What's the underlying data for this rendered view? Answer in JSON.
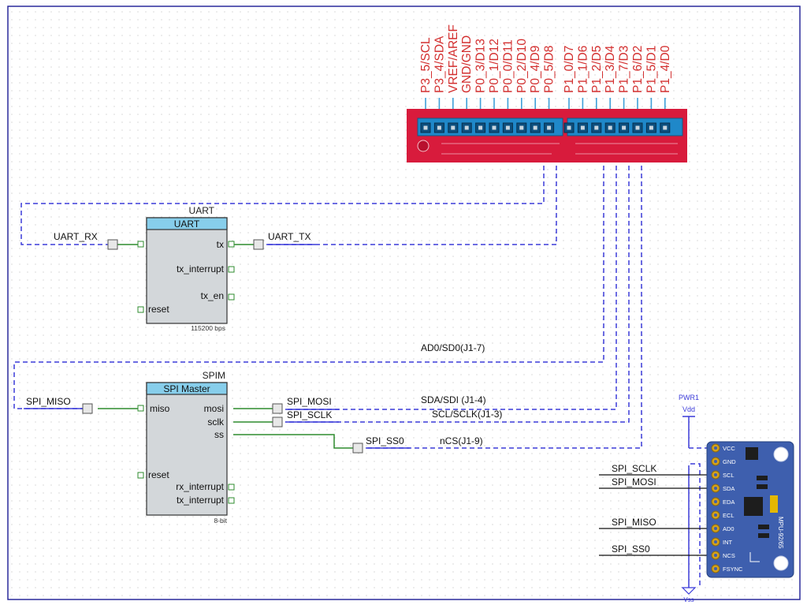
{
  "header_pins": [
    {
      "label": "P3_5/SCL",
      "color": "#d32f2f"
    },
    {
      "label": "P3_4/SDA",
      "color": "#d32f2f"
    },
    {
      "label": "VREF/AREF",
      "color": "#d32f2f"
    },
    {
      "label": "GND/GND",
      "color": "#d32f2f"
    },
    {
      "label": "P0_3/D13",
      "color": "#d32f2f"
    },
    {
      "label": "P0_1/D12",
      "color": "#d32f2f"
    },
    {
      "label": "P0_0/D11",
      "color": "#d32f2f"
    },
    {
      "label": "P0_2/D10",
      "color": "#d32f2f"
    },
    {
      "label": "P0_4/D9",
      "color": "#d32f2f"
    },
    {
      "label": "P0_5/D8",
      "color": "#d32f2f"
    },
    {
      "label": "P1_0/D7",
      "color": "#d32f2f"
    },
    {
      "label": "P1_1/D6",
      "color": "#d32f2f"
    },
    {
      "label": "P1_2/D5",
      "color": "#d32f2f"
    },
    {
      "label": "P1_3/D4",
      "color": "#d32f2f"
    },
    {
      "label": "P1_7/D3",
      "color": "#d32f2f"
    },
    {
      "label": "P1_6/D2",
      "color": "#d32f2f"
    },
    {
      "label": "P1_5/D1",
      "color": "#d32f2f"
    },
    {
      "label": "P1_4/D0",
      "color": "#d32f2f"
    }
  ],
  "uart": {
    "instance_name": "UART",
    "title": "UART",
    "pins": {
      "tx": "tx",
      "tx_interrupt": "tx_interrupt",
      "tx_en": "tx_en",
      "reset": "reset"
    },
    "footer": "115200 bps",
    "in_port": "UART_RX",
    "out_port": "UART_TX"
  },
  "spim": {
    "instance_name": "SPIM",
    "title": "SPI Master",
    "pins": {
      "miso": "miso",
      "mosi": "mosi",
      "sclk": "sclk",
      "ss": "ss",
      "reset": "reset",
      "rx_interrupt": "rx_interrupt",
      "tx_interrupt": "tx_interrupt"
    },
    "footer": "8-bit",
    "in_port": "SPI_MISO",
    "out_ports": {
      "mosi": "SPI_MOSI",
      "sclk": "SPI_SCLK",
      "ss": "SPI_SS0"
    }
  },
  "net_labels": {
    "ad0": "AD0/SD0(J1-7)",
    "sda": "SDA/SDI (J1-4)",
    "scl": "SCL/SCLK(J1-3)",
    "ncs": "nCS(J1-9)"
  },
  "power": {
    "pwr_name": "PWR1",
    "vdd": "Vdd",
    "vss": "Vss"
  },
  "sensor": {
    "model": "MPU-92/65",
    "pins": [
      "VCC",
      "GND",
      "SCL",
      "SDA",
      "EDA",
      "ECL",
      "AD0",
      "INT",
      "NCS",
      "FSYNC"
    ],
    "wires": [
      {
        "label": "SPI_SCLK"
      },
      {
        "label": "SPI_MOSI"
      },
      {
        "label": "SPI_MISO"
      },
      {
        "label": "SPI_SS0"
      }
    ]
  },
  "colors": {
    "wire_blue": "#3b3bd9",
    "wire_green": "#2e8b2e",
    "component_header": "#87ceeb",
    "component_body": "#d3d7da",
    "board_red": "#d81b3c",
    "connector_blue": "#1f88c9",
    "sensor_blue": "#3e5fae",
    "pin_gold": "#d4a21a"
  }
}
